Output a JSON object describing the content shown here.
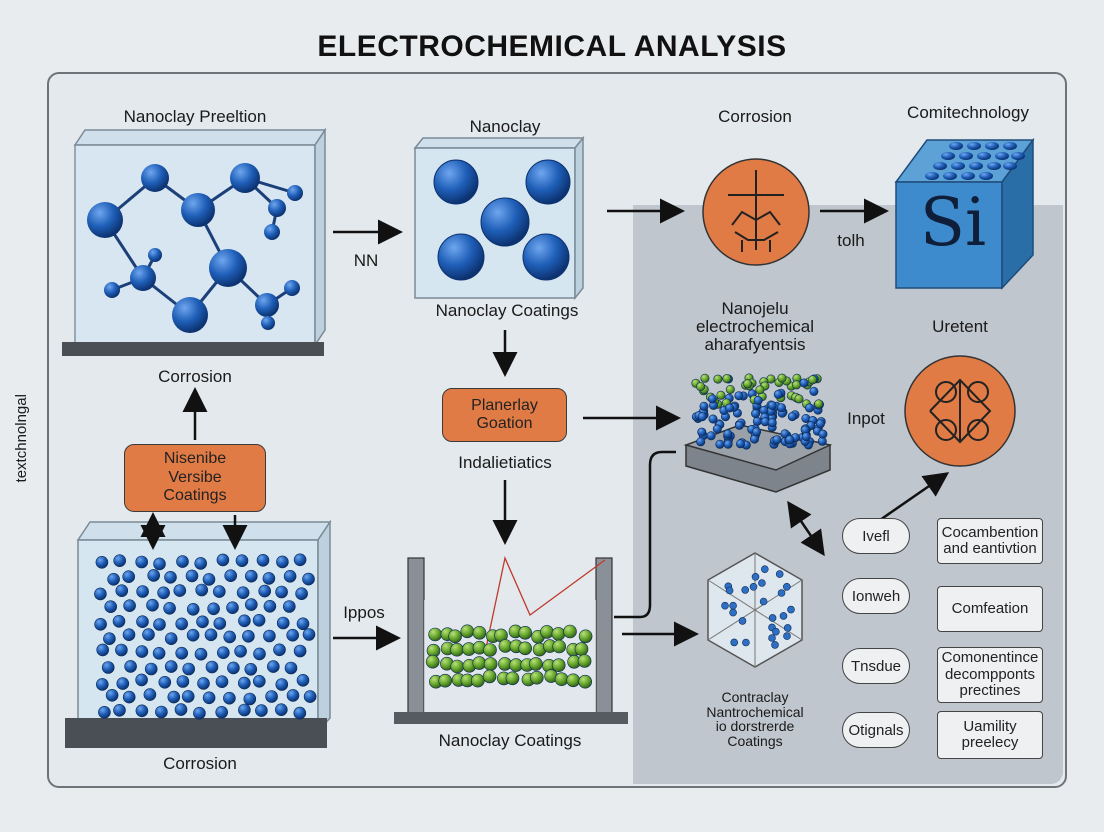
{
  "title": "ELECTROCHEMICAL ANALYSIS",
  "labels": {
    "nanoclay_preeltion": "Nanoclay Preeltion",
    "nanoclay": "Nanoclay",
    "corrosion_top": "Corrosion",
    "comitechnology": "Comitechnology",
    "nn": "NN",
    "tolh": "tolh",
    "nanoclay_coatings_mid": "Nanoclay Coatings",
    "corrosion_left": "Corrosion",
    "nanojelu": "Nanojelu\nelectrochemical\naharafyentsis",
    "uretent": "Uretent",
    "inpot": "Inpot",
    "indalietiatics": "Indalietiatics",
    "side_label": "textchnolngal",
    "ippos": "Ippos",
    "corrosion_bottom": "Corrosion",
    "nanoclay_coatings_bottom": "Nanoclay Coatings",
    "contraclay": "Contraclay\nNantrochemical\nio dorstrerde\nCoatings",
    "si": "Si"
  },
  "boxes": {
    "nisenibe": "Nisenibe\nVersibe\nCoatings",
    "planerlay": "Planerlay\nGoation"
  },
  "pills": [
    "Ivefl",
    "Ionweh",
    "Tnsdue",
    "Otignals"
  ],
  "rboxes": [
    "Cocambention\nand eantivtion",
    "Comfeation",
    "Comonentince\ndecompponts\nprectines",
    "Uamility\npreelecy"
  ],
  "colors": {
    "sphere_blue": "#1f5fb8",
    "sphere_green": "#6aaa2e",
    "orange": "#e07b45",
    "shade": "#bfc6ce"
  }
}
